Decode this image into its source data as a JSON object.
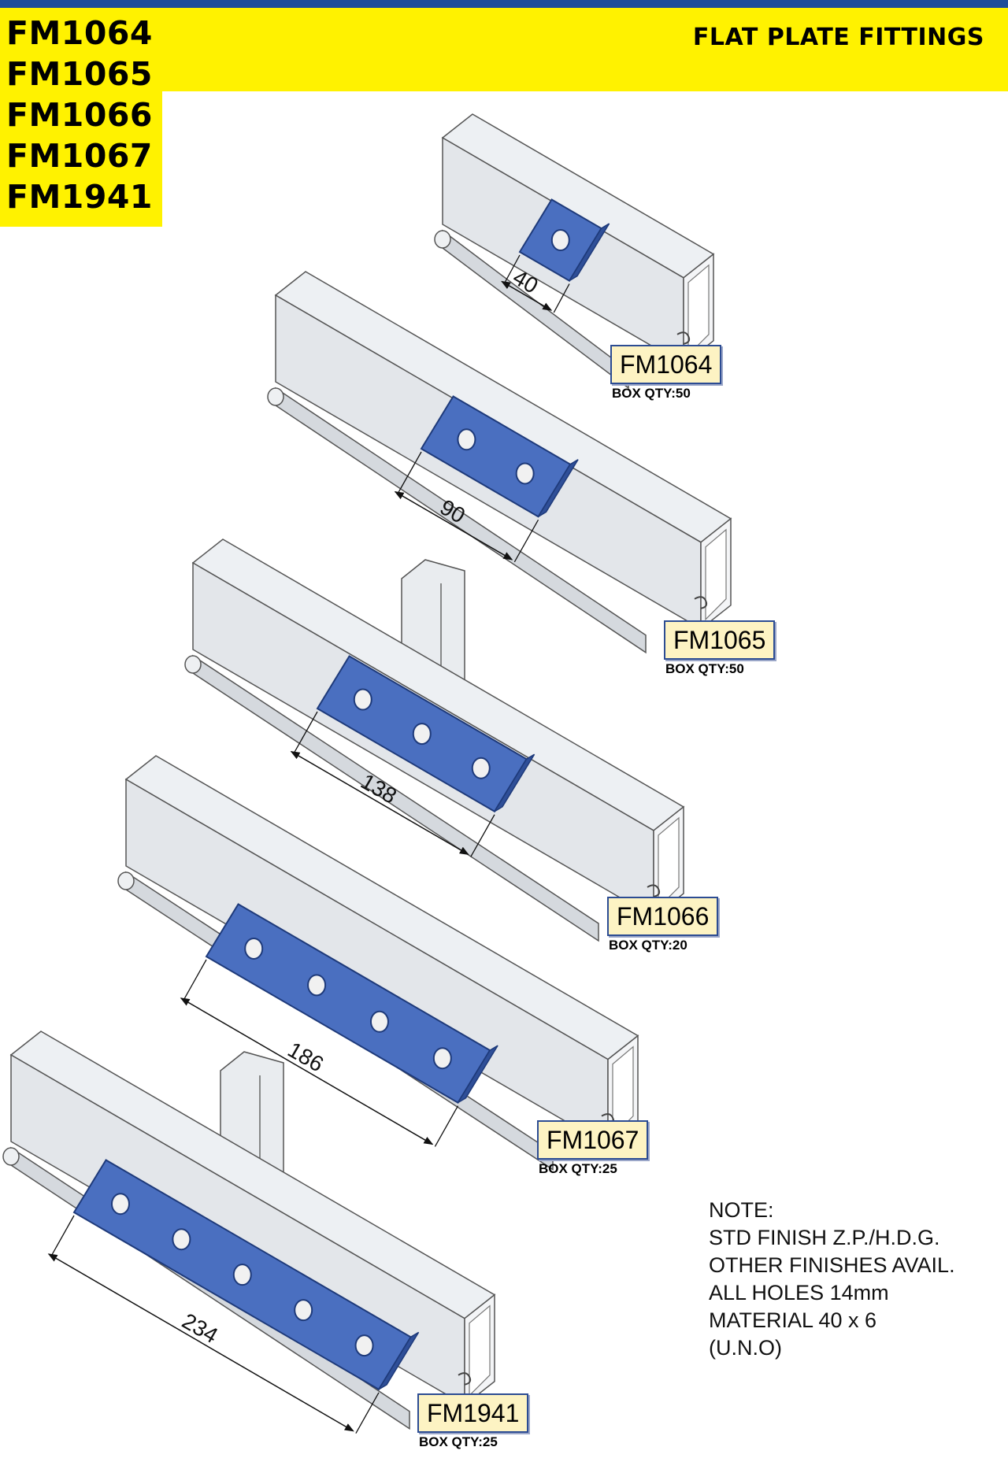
{
  "header": {
    "codes": [
      "FM1064",
      "FM1065",
      "FM1066",
      "FM1067",
      "FM1941"
    ],
    "title": "FLAT PLATE FITTINGS"
  },
  "colors": {
    "banner": "#fff200",
    "topline": "#1f4e99",
    "plate": "#4a6fc0",
    "channel": "#e3e6ea",
    "label_bg": "#fdf3c3",
    "label_border": "#2c4c93"
  },
  "items": [
    {
      "code": "FM1064",
      "box_qty": "BOX QTY:50",
      "dimension": "40",
      "holes": 1
    },
    {
      "code": "FM1065",
      "box_qty": "BOX QTY:50",
      "dimension": "90",
      "holes": 2
    },
    {
      "code": "FM1066",
      "box_qty": "BOX QTY:20",
      "dimension": "138",
      "holes": 3
    },
    {
      "code": "FM1067",
      "box_qty": "BOX QTY:25",
      "dimension": "186",
      "holes": 4
    },
    {
      "code": "FM1941",
      "box_qty": "BOX QTY:25",
      "dimension": "234",
      "holes": 5
    }
  ],
  "note": {
    "heading": "NOTE:",
    "lines": [
      "STD FINISH Z.P./H.D.G.",
      "OTHER FINISHES AVAIL.",
      "ALL HOLES 14mm",
      "MATERIAL 40 x 6",
      "(U.N.O)"
    ]
  }
}
